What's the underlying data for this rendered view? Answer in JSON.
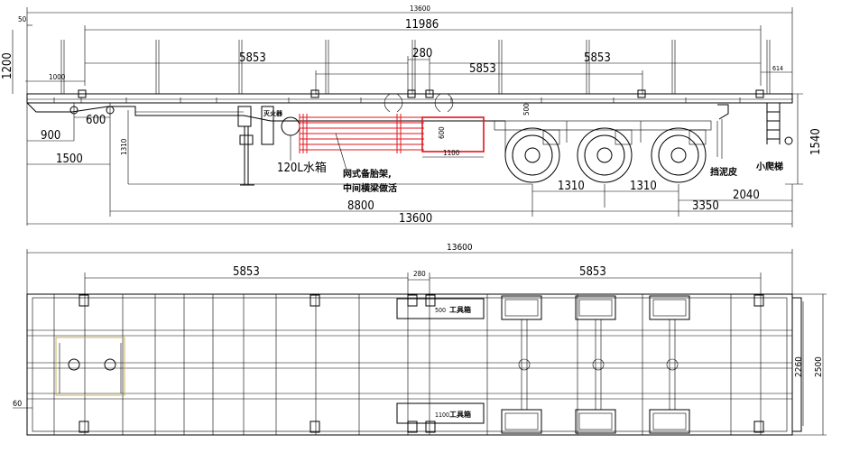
{
  "side_view": {
    "dims": {
      "overall_top": "13600",
      "stake_span": "11986",
      "left_span": "5853",
      "gap": "280",
      "middle_span": "5853",
      "right_span": "5853",
      "stake_height": "1200",
      "front_top": "50",
      "front_offset": "1000",
      "kingpin": "600",
      "front_a": "900",
      "front_b": "1500",
      "neck_height": "1310",
      "tank_h": "500",
      "box_h": "600",
      "box_w": "1100",
      "right_small": "614",
      "height_total": "1540",
      "axle_space_1": "1310",
      "axle_space_2": "1310",
      "rear_overhang": "2040",
      "wheelbase": "8800",
      "rear_total": "3350",
      "overall_bottom": "13600"
    },
    "labels": {
      "water_tank": "120L水箱",
      "spare_rack_1": "网式备胎架,",
      "spare_rack_2": "中间横梁做活",
      "mudguard": "挡泥皮",
      "ladder": "小爬梯",
      "fire_v": "灭火器"
    }
  },
  "top_view": {
    "dims": {
      "overall": "13600",
      "left_span": "5853",
      "gap": "280",
      "right_span": "5853",
      "inner_width": "2260",
      "outer_width": "2500",
      "left_small": "60"
    },
    "labels": {
      "toolbox_1_size": "500",
      "toolbox_1": "工具箱",
      "toolbox_2_size": "1100",
      "toolbox_2": "工具箱"
    }
  }
}
